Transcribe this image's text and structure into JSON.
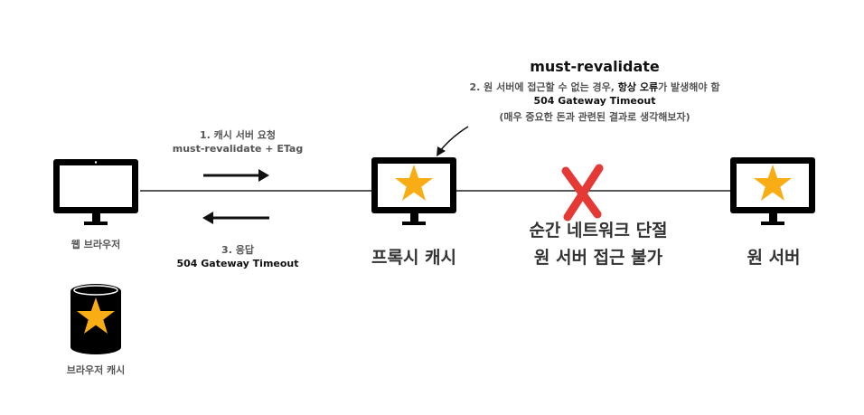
{
  "title": "must-revalidate",
  "note": {
    "line1_prefix": "2. 원 서버에 접근할 수 없는 경우, ",
    "line1_emph": "항상 오류",
    "line1_suffix": "가 발생해야 함",
    "line2": "504 Gateway Timeout",
    "line3": "(매우 중요한 돈과 관련된 결과로 생각해보자)"
  },
  "request": {
    "line1": "1. 캐시 서버 요청",
    "line2": "must-revalidate + ETag"
  },
  "response": {
    "line1": "3. 응답",
    "line2": "504 Gateway Timeout"
  },
  "nodes": {
    "browser": "웹 브라우저",
    "proxy": "프록시 캐시",
    "origin": "원 서버",
    "browser_cache": "브라우저 캐시"
  },
  "failure": {
    "line1": "순간 네트워크 단절",
    "line2": "원 서버 접근 불가"
  },
  "colors": {
    "star": "#f9ad14",
    "cross": "#e53935",
    "line": "#222222"
  },
  "icons": {
    "monitor": "monitor-icon",
    "star": "star-icon",
    "cylinder": "database-icon",
    "cross": "cross-icon"
  }
}
